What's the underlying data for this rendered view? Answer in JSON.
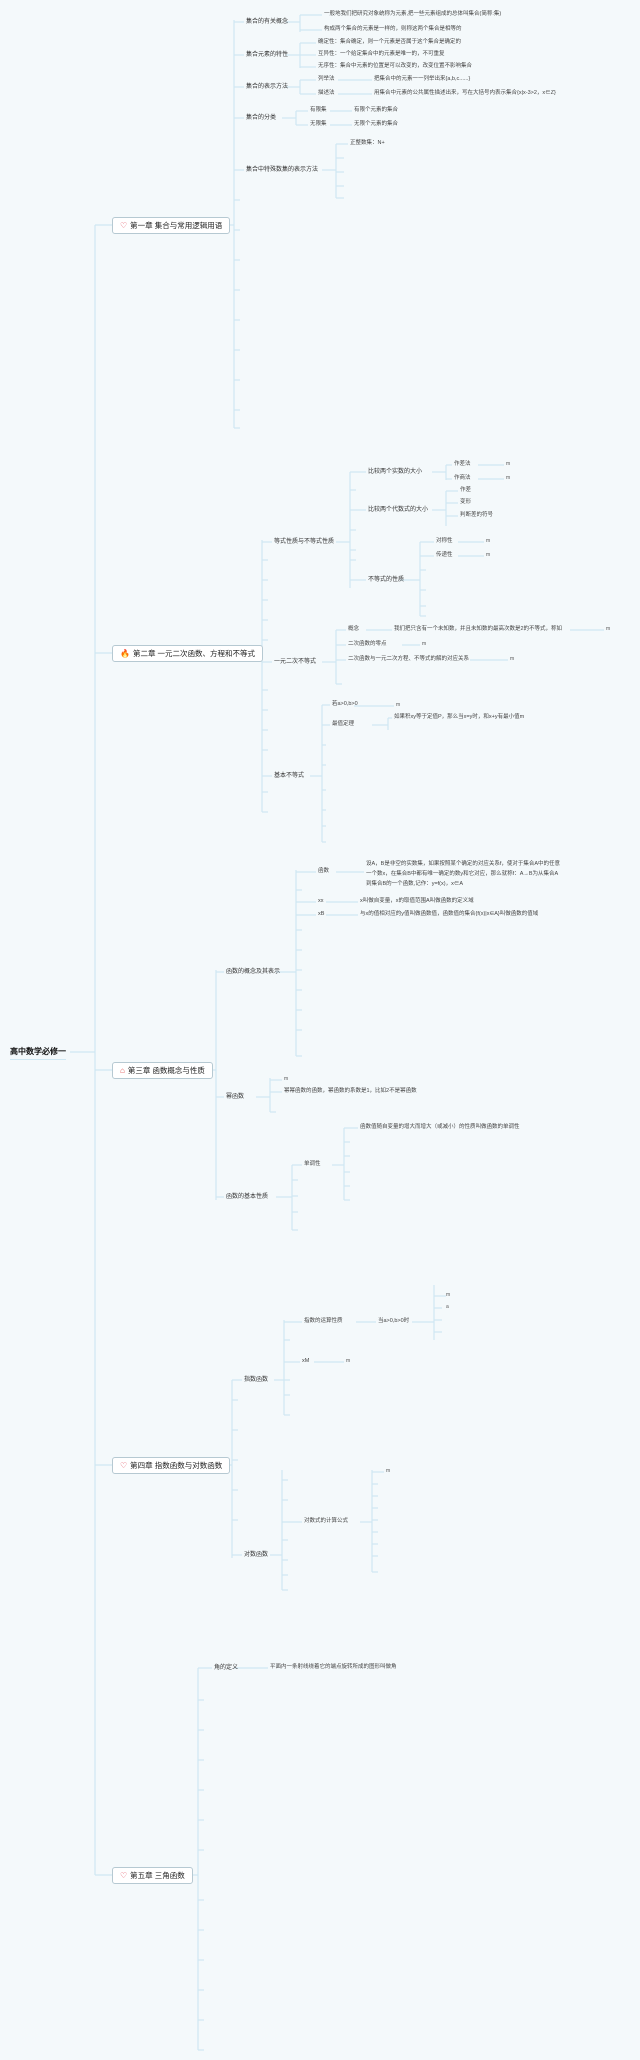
{
  "root": "高中数学必修一",
  "colors": {
    "line": "#cfe7f2",
    "background": "#f4f9fb"
  },
  "chapters": {
    "c1": {
      "icon": "heart-icon",
      "label": "第一章 集合与常用逻辑用语"
    },
    "c2": {
      "icon": "fire-icon",
      "label": "第二章 一元二次函数、方程和不等式"
    },
    "c3": {
      "icon": "home-icon",
      "label": "第三章 函数概念与性质"
    },
    "c4": {
      "icon": "heart-icon",
      "label": "第四章 指数函数与对数函数"
    },
    "c5": {
      "icon": "heart-icon",
      "label": "第五章 三角函数"
    }
  },
  "c1": {
    "concept": "集合的有关概念",
    "concept_leaf1": "一般地我们把研究对象统称为元素,把一些元素组成的总体叫集合(简称:集)",
    "concept_leaf2": "构成两个集合的元素是一样的，则称这两个集合是相等的",
    "props": "集合元素的特性",
    "prop1": "确定性：集合确定，则一个元素是否属于这个集合是确定的",
    "prop2": "互异性：一个给定集合中的元素是唯一的，不可重复",
    "prop3": "无序性：集合中元素的位置是可以改变的，改变位置不影响集合",
    "repr": "集合的表示方法",
    "repr1": "列举法",
    "repr1_leaf": "把集合中的元素一一列举出来{a,b,c......}",
    "repr2": "描述法",
    "repr2_leaf": "用集合中元素的公共属性描述出来，写在大括号内表示集合{x|x-3>2，x∈Z}",
    "cls": "集合的分类",
    "cls1": "有限集",
    "cls1_leaf": "有限个元素的集合",
    "cls2": "无限集",
    "cls2_leaf": "无限个元素的集合",
    "numsets": "集合中特殊数集的表示方法",
    "numsets1": "正整数集：N+"
  },
  "c2": {
    "ineq": "等式性质与不等式性质",
    "cmp_real": "比较两个实数的大小",
    "m1": "作差法",
    "m1v": "m",
    "m2": "作商法",
    "m2v": "m",
    "cmp_alg": "比较两个代数式的大小",
    "a1": "作差",
    "a2": "变形",
    "a3": "判断差的符号",
    "ineq_prop": "不等式的性质",
    "p1": "对称性",
    "p1v": "m",
    "p2": "传递性",
    "p2v": "m",
    "quad": "一元二次不等式",
    "q_concept": "概念",
    "q_concept_leaf": "我们把只含有一个未知数，并且未知数的最高次数是2的不等式，称如",
    "q_concept_v": "m",
    "q_zero": "二次函数的零点",
    "q_zero_v": "m",
    "q_rel": "二次函数与一元二次方程、不等式的解的对应关系",
    "q_rel_v": "m",
    "basic": "基本不等式",
    "b1": "若a>0,b>0",
    "b1v": "m",
    "b_max": "最值定理",
    "b_max_leaf": "如果积xy等于定值P，那么当x=y时，和x+y有最小值m"
  },
  "c3": {
    "func": "函数的概念及其表示",
    "f_fn": "函数",
    "f_fn_leaf1": "设A，B是非空的实数集，如果按照某个确定的对应关系f，使对于集合A中的任意",
    "f_fn_leaf2": "一个数x，在集合B中都有唯一确定的数y和它对应，那么就称f：A→B为从集合A",
    "f_fn_leaf3": "到集合B的一个函数,记作：y=f(x)，x∈A",
    "f_xx": "xx",
    "f_xx_leaf": "x叫做自变量，x的取值范围A叫做函数的定义域",
    "f_xb": "xB",
    "f_xb_leaf": "与x的值相对应的y值叫做函数值，函数值的集合{f(x)|x∈A}叫做函数的值域",
    "power": "幂函数",
    "power1": "m",
    "power2": "幂幂函数的函数，幂函数的系数是1，比如2不是幂函数",
    "basicp": "函数的基本性质",
    "mono": "单调性",
    "mono_leaf": "函数值随自变量的增大而增大（或减小）的性质叫做函数的单调性"
  },
  "c4": {
    "exp": "指数函数",
    "exp_rule": "指数的运算性质",
    "exp_cond": "当a>0,b>0时",
    "exp_v1": "m",
    "exp_v2": "a",
    "xm": "xM",
    "xm_v": "m",
    "log": "对数函数",
    "log_rule": "对数式的计算公式",
    "log_v": "m"
  },
  "c5": {
    "angle": "角的定义",
    "angle_leaf": "平面内一条射线绕着它的端点旋转所成的图形叫做角"
  }
}
